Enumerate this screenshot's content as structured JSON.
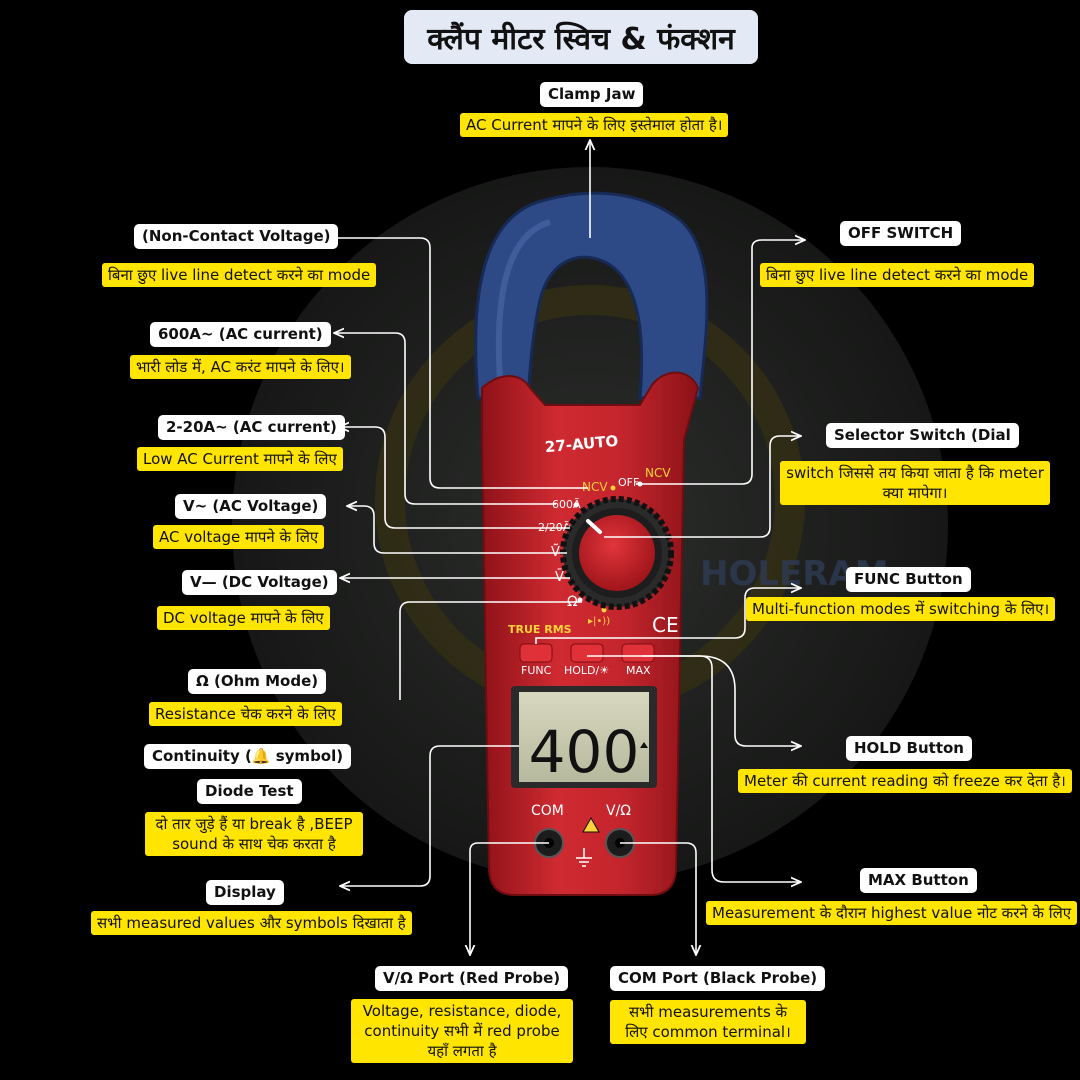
{
  "title": "क्लैंप मीटर स्विच & फंक्शन",
  "meter": {
    "model": "27-AUTO",
    "brand_watermark": "HOLERAM",
    "dial": {
      "ncv_left": "NCV",
      "ncv_right": "NCV",
      "off": "OFF",
      "amp600": "600Ã",
      "amp2_20": "2/20Ã",
      "vac": "Ṽ",
      "vdc": "V̄",
      "ohm": "Ω",
      "diode": "▸|•))"
    },
    "true_rms": "TRUE RMS",
    "ce": "CE",
    "buttons": {
      "func": "FUNC",
      "hold": "HOLD/☀",
      "max": "MAX"
    },
    "display_value": "400",
    "ports": {
      "com": "COM",
      "vohm": "V/Ω"
    }
  },
  "callouts": {
    "clamp_jaw": {
      "label": "Clamp Jaw",
      "desc": "AC Current मापने के लिए इस्तेमाल होता है।"
    },
    "ncv": {
      "label": "(Non-Contact Voltage)",
      "desc": "बिना छुए live line detect करने का mode"
    },
    "off_switch": {
      "label": "OFF SWITCH",
      "desc": "बिना छुए live line detect करने का mode"
    },
    "amp600": {
      "label": "600A~ (AC current)",
      "desc": "भारी लोड में, AC करंट मापने के लिए।"
    },
    "amp2_20": {
      "label": "2-20A~ (AC current)",
      "desc": "Low AC Current मापने के लिए"
    },
    "selector": {
      "label": "Selector Switch (Dial",
      "desc": "switch जिससे तय किया जाता है कि meter क्या मापेगा।"
    },
    "vac": {
      "label": "V~ (AC Voltage)",
      "desc": "AC voltage मापने के लिए"
    },
    "vdc": {
      "label": "V— (DC Voltage)",
      "desc": "DC voltage मापने के लिए"
    },
    "func": {
      "label": "FUNC Button",
      "desc": "Multi-function modes में switching के लिए।"
    },
    "ohm": {
      "label": "Ω (Ohm Mode)",
      "desc": "Resistance चेक करने के लिए"
    },
    "continuity": {
      "label": "Continuity (🔔 symbol)"
    },
    "hold": {
      "label": "HOLD Button",
      "desc": "Meter की current reading को freeze कर देता है।"
    },
    "diode": {
      "label": "Diode Test",
      "desc": "दो तार जुड़े हैं या break है ,BEEP sound के साथ चेक करता है"
    },
    "display": {
      "label": "Display",
      "desc": "सभी measured values और symbols दिखाता है"
    },
    "max": {
      "label": "MAX Button",
      "desc": "Measurement के दौरान highest value नोट करने के लिए"
    },
    "vohm_port": {
      "label": "V/Ω Port (Red Probe)",
      "desc": "Voltage, resistance, diode, continuity सभी में red probe यहाँ लगता है"
    },
    "com_port": {
      "label": "COM Port (Black Probe)",
      "desc": "सभी measurements के लिए common terminal।"
    }
  },
  "colors": {
    "background": "#000000",
    "label_bg": "#ffffff",
    "desc_bg": "#ffe500",
    "meter_body": "#c4252d",
    "clamp_jaw": "#2e4a86",
    "title_bg": "#e4eaf5"
  }
}
